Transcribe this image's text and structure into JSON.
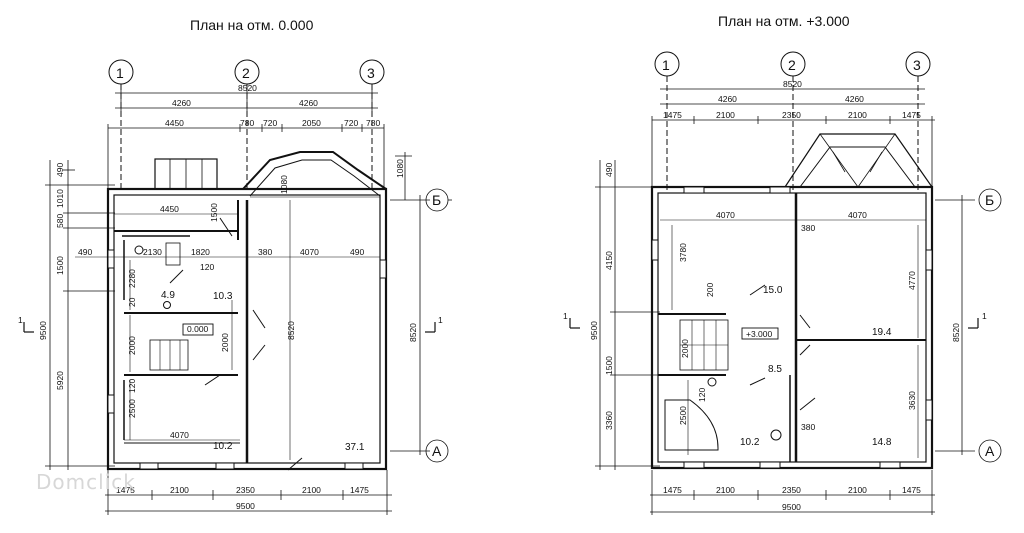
{
  "plans": [
    {
      "title": "План на отм. 0.000",
      "axes_top": [
        "1",
        "2",
        "3"
      ],
      "axes_right": [
        "Б",
        "А"
      ],
      "section_mark": "1",
      "dims": {
        "top_total": "8520",
        "top_half_left": "4260",
        "top_half_right": "4260",
        "top_row": [
          "4450",
          "780",
          "720",
          "2050",
          "720",
          "780"
        ],
        "bottom_row": [
          "1475",
          "2100",
          "2350",
          "2100",
          "1475"
        ],
        "bottom_total": "9500",
        "left_col": [
          "490",
          "1010",
          "580",
          "1500",
          "9500",
          "5920"
        ],
        "right": [
          "1080",
          "8520"
        ],
        "interior": [
          "4450",
          "1500",
          "1080",
          "490",
          "2130",
          "1820",
          "380",
          "4070",
          "490",
          "120",
          "2280",
          "20",
          "2000",
          "8520",
          "2000",
          "120",
          "2500",
          "4070"
        ]
      },
      "rooms": [
        "4.9",
        "10.3",
        "37.1",
        "10.2"
      ],
      "level_mark": "0.000"
    },
    {
      "title": "План на отм. +3.000",
      "axes_top": [
        "1",
        "2",
        "3"
      ],
      "axes_right": [
        "Б",
        "А"
      ],
      "section_mark": "1",
      "dims": {
        "top_total": "8520",
        "top_half_left": "4260",
        "top_half_right": "4260",
        "top_row": [
          "1475",
          "2100",
          "2350",
          "2100",
          "1475"
        ],
        "bottom_row": [
          "1475",
          "2100",
          "2350",
          "2100",
          "1475"
        ],
        "bottom_total": "9500",
        "left_col": [
          "490",
          "4150",
          "9500",
          "1500",
          "3360"
        ],
        "right": [
          "8520"
        ],
        "interior": [
          "4070",
          "4070",
          "380",
          "3780",
          "4770",
          "200",
          "2000",
          "120",
          "2500",
          "380",
          "3630"
        ]
      },
      "rooms": [
        "15.0",
        "19.4",
        "8.5",
        "10.2",
        "14.8"
      ],
      "level_mark": "+3.000"
    }
  ],
  "watermark": "Domclick"
}
